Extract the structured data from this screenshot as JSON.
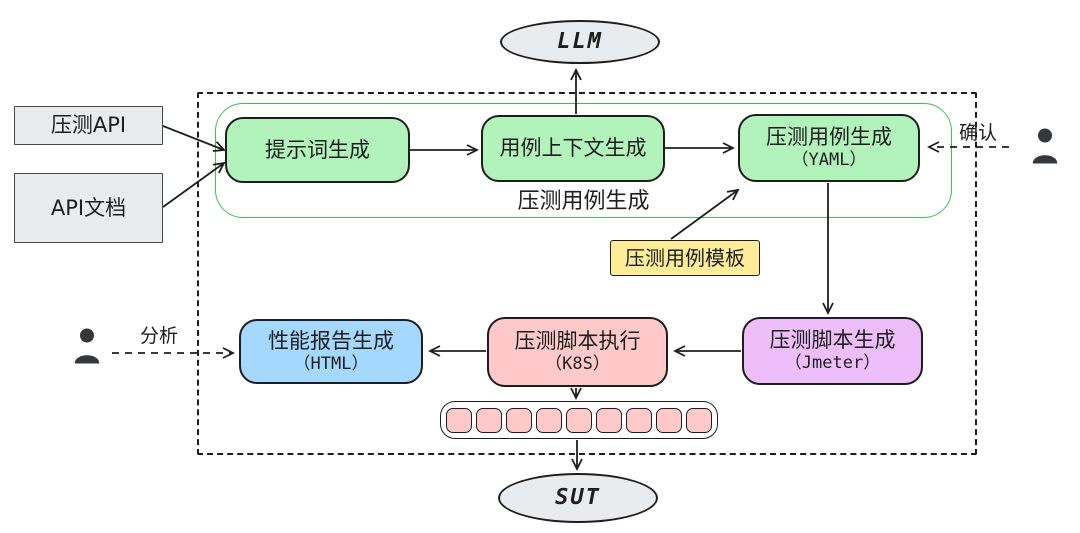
{
  "diagram": {
    "nodes": {
      "llm": {
        "label": "LLM"
      },
      "sut": {
        "label": "SUT"
      },
      "pressure_api": {
        "label": "压测API"
      },
      "api_doc": {
        "label": "API文档"
      },
      "prompt_gen": {
        "label": "提示词生成"
      },
      "context_gen": {
        "label": "用例上下文生成"
      },
      "case_gen": {
        "label": "压测用例生成",
        "sublabel": "（YAML）"
      },
      "case_template": {
        "label": "压测用例模板"
      },
      "script_gen": {
        "label": "压测脚本生成",
        "sublabel": "（Jmeter）"
      },
      "script_exec": {
        "label": "压测脚本执行",
        "sublabel": "（K8S）"
      },
      "report_gen": {
        "label": "性能报告生成",
        "sublabel": "（HTML）"
      }
    },
    "group": {
      "label": "压测用例生成"
    },
    "edge_labels": {
      "confirm": "确认",
      "analyze": "分析"
    },
    "pods": {
      "count": 9
    },
    "colors": {
      "node_green": "#b2f2bb",
      "node_gray": "#e9ecef",
      "node_yellow": "#ffec99",
      "node_purple": "#eebefa",
      "node_pink": "#ffc9c9",
      "node_blue": "#a5d8ff",
      "group_border_green": "#40c057",
      "stroke_dark": "#1e1e1e"
    }
  }
}
